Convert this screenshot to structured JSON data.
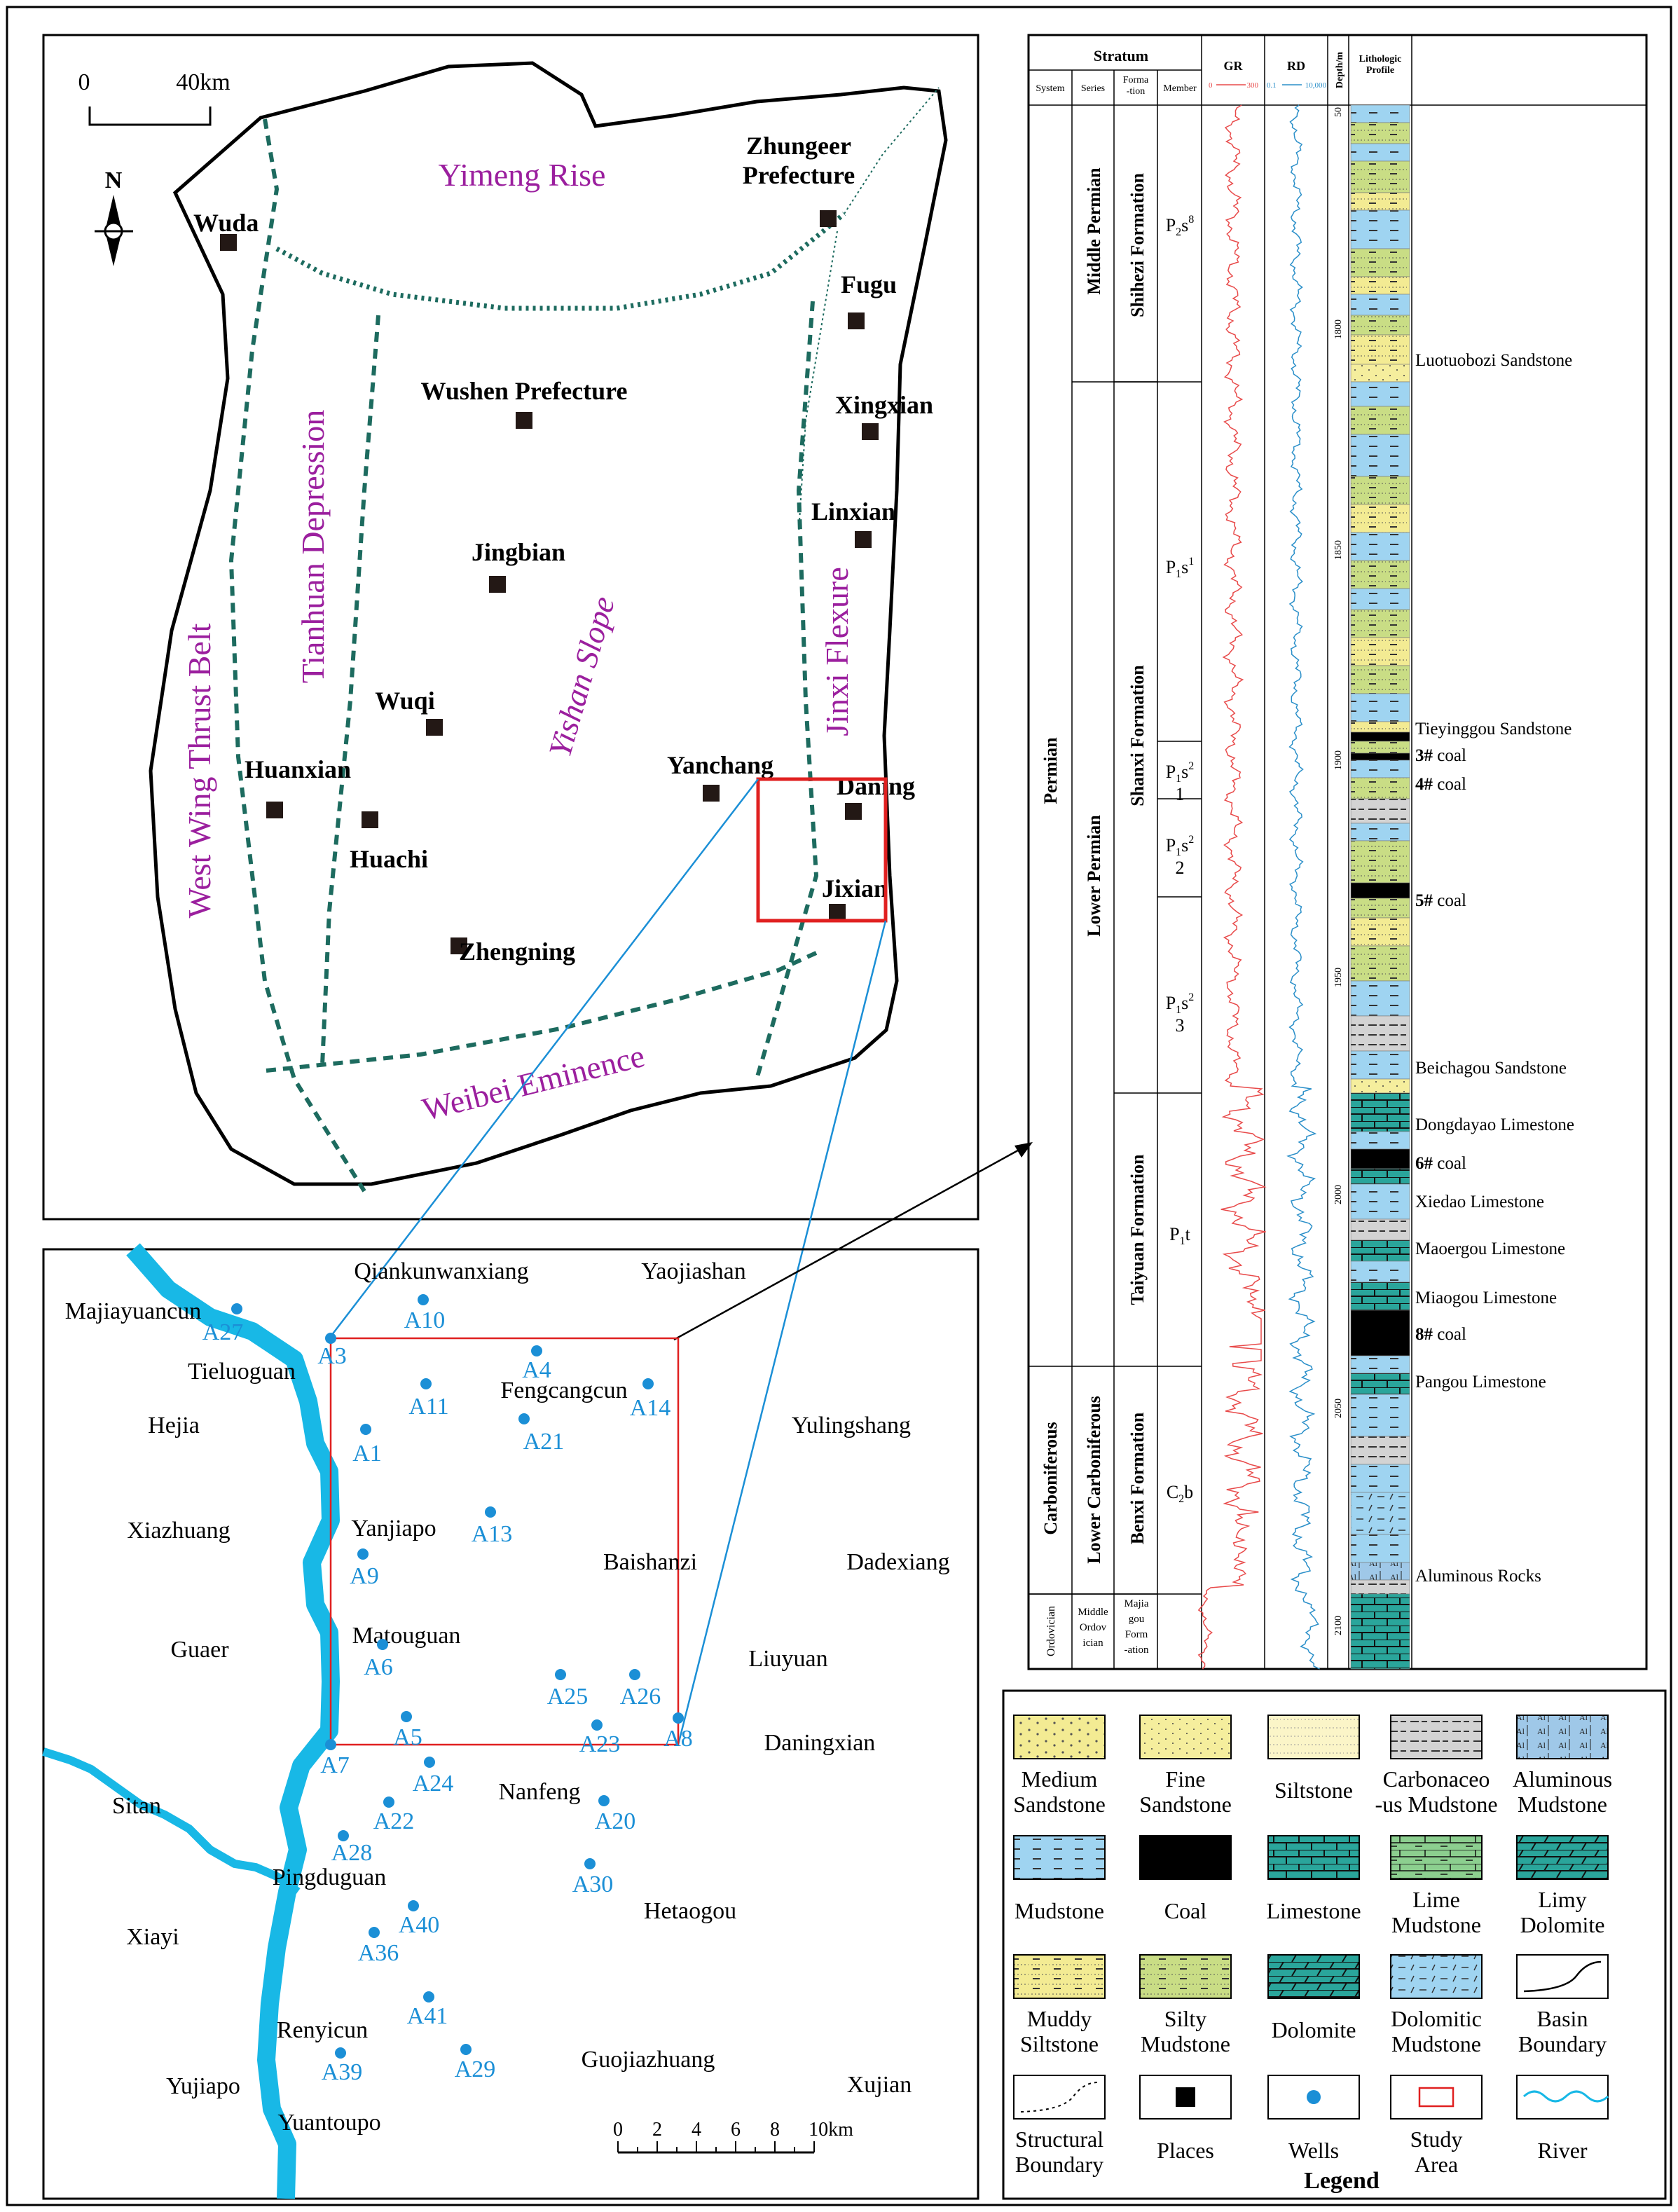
{
  "regional_map": {
    "scale_labels": [
      "0",
      "40km"
    ],
    "north": "N",
    "units": [
      {
        "name": "Yimeng Rise"
      },
      {
        "name": "Tianhuan Depression"
      },
      {
        "name": "West Wing Thrust Belt"
      },
      {
        "name": "Yishan Slope"
      },
      {
        "name": "Jinxi Flexure"
      },
      {
        "name": "Weibei Eminence"
      }
    ],
    "places": [
      {
        "name": "Wuda"
      },
      {
        "name": "Zhungeer\nPrefecture"
      },
      {
        "name": "Fugu"
      },
      {
        "name": "Wushen  Prefecture"
      },
      {
        "name": "Xingxian"
      },
      {
        "name": "Linxian"
      },
      {
        "name": "Jingbian"
      },
      {
        "name": "Wuqi"
      },
      {
        "name": "Huanxian"
      },
      {
        "name": "Huachi"
      },
      {
        "name": "Yanchang"
      },
      {
        "name": "Daning"
      },
      {
        "name": "Jixian"
      },
      {
        "name": "Zhengning"
      }
    ]
  },
  "study_map": {
    "scale_labels": [
      "0",
      "2",
      "4",
      "6",
      "8",
      "10km"
    ],
    "towns": [
      "Qiankunwanxiang",
      "Yaojiashan",
      "Majiayuancun",
      "Tieluoguan",
      "Fengcangcun",
      "Hejia",
      "Yulingshang",
      "Xiazhuang",
      "Yanjiapo",
      "Baishanzi",
      "Dadexiang",
      "Guaer",
      "Matouguan",
      "Liuyuan",
      "Daningxian",
      "Sitan",
      "Nanfeng",
      "Pingduguan",
      "Hetaogou",
      "Xiayi",
      "Renyicun",
      "Yujiapo",
      "Yuantoupo",
      "Guojiazhuang",
      "Xujian"
    ],
    "wells": [
      "A27",
      "A10",
      "A3",
      "A4",
      "A14",
      "A11",
      "A21",
      "A1",
      "A13",
      "A9",
      "A6",
      "A25",
      "A26",
      "A5",
      "A23",
      "A8",
      "A7",
      "A24",
      "A22",
      "A20",
      "A28",
      "A30",
      "A40",
      "A36",
      "A41",
      "A39",
      "A29"
    ]
  },
  "column": {
    "header": {
      "stratum": "Stratum",
      "system": "System",
      "series": "Series",
      "formation": "Forma\n-tion",
      "member": "Member",
      "gr": "GR",
      "gr_min": "0",
      "gr_max": "300",
      "rd": "RD",
      "rd_min": "0.1",
      "rd_max": "10,000",
      "depth": "Depth/m",
      "litho": "Lithologic\nProfile"
    },
    "systems": [
      "Permian",
      "Carboniferous",
      "Ordovician"
    ],
    "series": [
      "Middle Permian",
      "Lower Permian",
      "Lower Carboniferous",
      "Middle\nOrdov\nician"
    ],
    "formations": [
      "Shihezi Formation",
      "Shanxi Formation",
      "Taiyuan Formation",
      "Benxi Formation",
      "Majia\ngou\nForm\n-ation"
    ],
    "members": [
      {
        "base": "P",
        "sub": "2",
        "rest": "s",
        "sup": "8",
        "line2": ""
      },
      {
        "base": "P",
        "sub": "1",
        "rest": "s",
        "sup": "1",
        "line2": ""
      },
      {
        "base": "P",
        "sub": "1",
        "rest": "s",
        "sup": "2",
        "line2": "1"
      },
      {
        "base": "P",
        "sub": "1",
        "rest": "s",
        "sup": "2",
        "line2": "2"
      },
      {
        "base": "P",
        "sub": "1",
        "rest": "s",
        "sup": "2",
        "line2": "3"
      },
      {
        "base": "P",
        "sub": "1",
        "rest": "t",
        "sup": "",
        "line2": ""
      },
      {
        "base": "C",
        "sub": "2",
        "rest": "b",
        "sup": "",
        "line2": ""
      }
    ],
    "depth_ticks": [
      "50",
      "1800",
      "1850",
      "1900",
      "1950",
      "2000",
      "2050",
      "2100"
    ],
    "annotations": [
      {
        "text": "Luotuobozi Sandstone"
      },
      {
        "text": "Tieyinggou Sandstone"
      },
      {
        "text": "3# coal"
      },
      {
        "text": "4# coal"
      },
      {
        "text": "5# coal"
      },
      {
        "text": "Beichagou Sandstone"
      },
      {
        "text": "Dongdayao Limestone"
      },
      {
        "text": "6# coal"
      },
      {
        "text": "Xiedao Limestone"
      },
      {
        "text": "Maoergou Limestone"
      },
      {
        "text": "Miaogou Limestone"
      },
      {
        "text": "8# coal"
      },
      {
        "text": "Pangou Limestone"
      },
      {
        "text": "Aluminous Rocks"
      }
    ]
  },
  "legend": {
    "title": "Legend",
    "items": [
      {
        "label": "Medium\nSandstone",
        "pattern": "medsand"
      },
      {
        "label": "Fine\nSandstone",
        "pattern": "finesand"
      },
      {
        "label": "Siltstone",
        "pattern": "silt"
      },
      {
        "label": "Carbonaceo\n-us Mudstone",
        "pattern": "carbmud"
      },
      {
        "label": "Aluminous\nMudstone",
        "pattern": "almud"
      },
      {
        "label": "Mudstone",
        "pattern": "mud"
      },
      {
        "label": "Coal",
        "pattern": "coal"
      },
      {
        "label": "Limestone",
        "pattern": "lime"
      },
      {
        "label": "Lime\nMudstone",
        "pattern": "limemud"
      },
      {
        "label": "Limy\nDolomite",
        "pattern": "limydol"
      },
      {
        "label": "Muddy\nSiltstone",
        "pattern": "muddysilt"
      },
      {
        "label": "Silty\nMudstone",
        "pattern": "siltymud"
      },
      {
        "label": "Dolomite",
        "pattern": "dol"
      },
      {
        "label": "Dolomitic\nMudstone",
        "pattern": "dolmud"
      },
      {
        "label": "Basin\nBoundary",
        "pattern": "basin"
      },
      {
        "label": "Structural\nBoundary",
        "pattern": "struct"
      },
      {
        "label": "Places",
        "pattern": "places"
      },
      {
        "label": "Wells",
        "pattern": "wells"
      },
      {
        "label": "Study\nArea",
        "pattern": "study"
      },
      {
        "label": "River",
        "pattern": "river"
      }
    ]
  },
  "colors": {
    "unit_label": "#9b1f9e",
    "well": "#1b8fd6",
    "boundary": "#1d6b5f",
    "study_box": "#e02020",
    "river": "#18b8e6",
    "gr_curve": "#e84a4a",
    "rd_curve": "#2a8fc9",
    "mudstone": "#9fd4f1",
    "sand": "#f3eb93",
    "silty": "#c9dd85",
    "limestone": "#2aa59b"
  }
}
